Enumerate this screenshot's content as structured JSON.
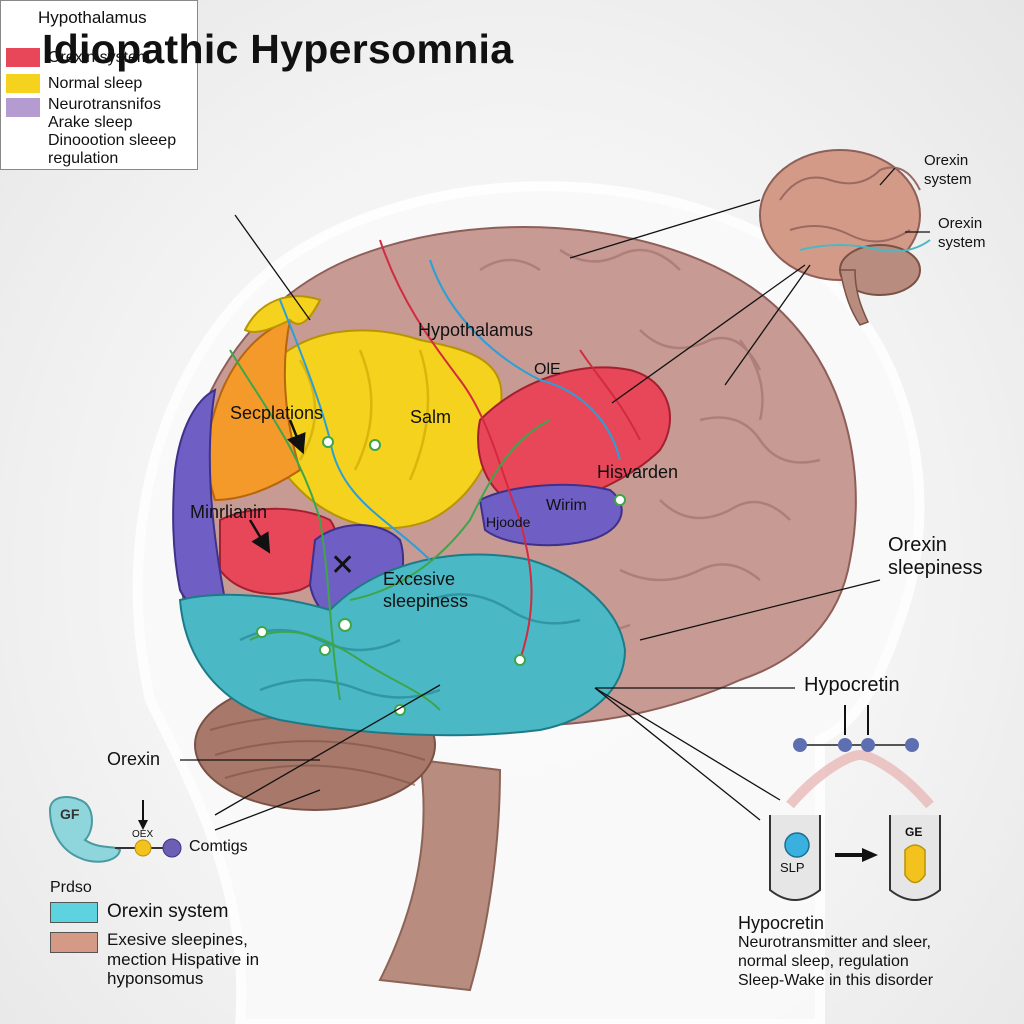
{
  "title": "Idiopathic Hypersomnia",
  "legend_top": {
    "heading": "Hypothalamus",
    "items": [
      {
        "label": "Orexin system",
        "color": "#e8475a"
      },
      {
        "label": "Normal sleep",
        "color": "#f4d21e"
      },
      {
        "label": "Neurotransnifos",
        "color": "#b49bd0"
      }
    ],
    "extra_lines": [
      "Arake sleep",
      "Dinoootion sleeep",
      "regulation"
    ]
  },
  "brain_labels": {
    "hypothalamus": "Hypothalamus",
    "ole": "OlE",
    "secplations": "Secplations",
    "salm": "Salm",
    "hisvarden": "Hisvarden",
    "minrlianin": "Minrlianin",
    "wirim": "Wirim",
    "hjoode": "Hjoode",
    "excessive": "Excesive",
    "sleepiness": "sleepiness"
  },
  "small_brain_labels": {
    "top_line1": "Orexin",
    "top_line2": "system",
    "bottom_line1": "Orexin",
    "bottom_line2": "system"
  },
  "right_labels": {
    "orexin": "Orexin",
    "sleepiness": "sleepiness",
    "hypocretin": "Hypocretin"
  },
  "left_labels": {
    "orexin": "Orexin",
    "gf": "GF",
    "oex": "OEX",
    "comtigs": "Comtigs"
  },
  "legend_bottom": {
    "heading": "Prdso",
    "items": [
      {
        "label": "Orexin system",
        "color": "#5ed3e0"
      },
      {
        "label": "Exesive sleepines,",
        "color": "#d59a86"
      }
    ],
    "extra_lines": [
      "mection Hispative in",
      "hyponsomus"
    ]
  },
  "synapse": {
    "left_glyph": "SLP",
    "right_glyph": "GE",
    "caption_title": "Hypocretin",
    "caption_lines": [
      "Neurotransmitter and sleer,",
      "normal sleep, regulation",
      "Sleep-Wake in this disorder"
    ]
  },
  "colors": {
    "orexin": "#e8475a",
    "yellow": "#f4d21e",
    "orange": "#f39a2b",
    "purple": "#6f5fc4",
    "teal": "#4bb8c6",
    "brain": "#c79a93",
    "cerebellum": "#a8786a"
  }
}
